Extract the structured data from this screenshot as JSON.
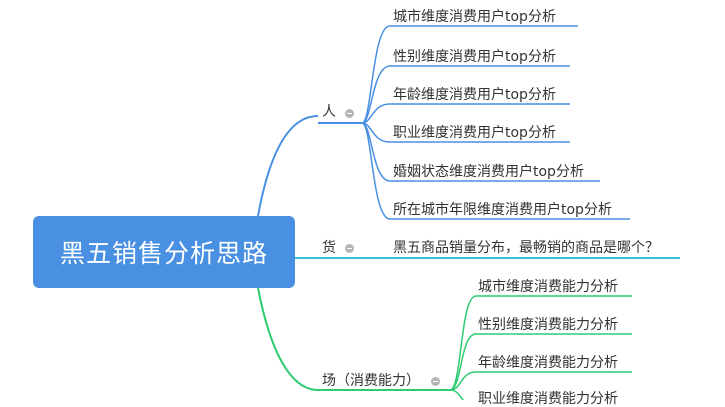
{
  "colors": {
    "root_bg": "#4a90e2",
    "blue_line": "#4a90e2",
    "cyan_line": "#2ec4d6",
    "green_line": "#2ecc71",
    "collapse_icon": "#b5b5b5"
  },
  "root": {
    "label": "黑五销售分析思路"
  },
  "branches": [
    {
      "label": "人",
      "items": [
        "城市维度消费用户top分析",
        "性别维度消费用户top分析",
        "年龄维度消费用户top分析",
        "职业维度消费用户top分析",
        "婚姻状态维度消费用户top分析",
        "所在城市年限维度消费用户top分析"
      ]
    },
    {
      "label": "货",
      "items": [
        "黑五商品销量分布，最畅销的商品是哪个？"
      ]
    },
    {
      "label": "场（消费能力）",
      "items": [
        "城市维度消费能力分析",
        "性别维度消费能力分析",
        "年龄维度消费能力分析",
        "职业维度消费能力分析"
      ]
    }
  ]
}
